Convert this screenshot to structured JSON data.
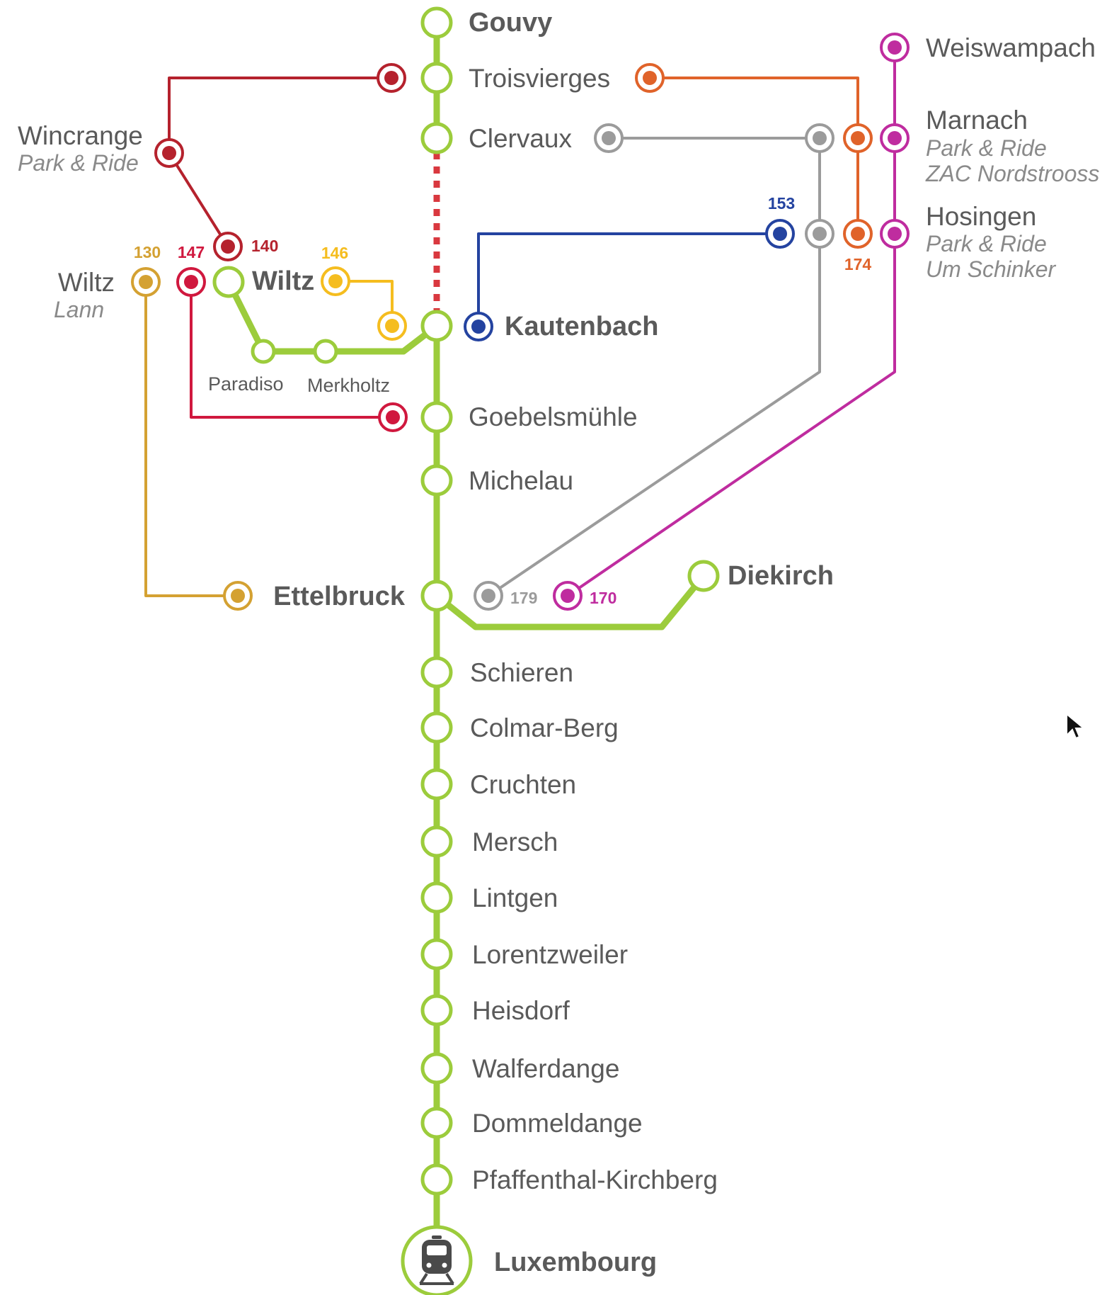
{
  "colors": {
    "rail": "#9ccc3c",
    "rail_disrupted": "#d9383f",
    "bus_130": "#d4a132",
    "bus_140": "#b5222d",
    "bus_146": "#f5bd1f",
    "bus_147": "#d0183e",
    "bus_153": "#2443a0",
    "bus_170": "#bf2c9f",
    "bus_174": "#e0632a",
    "bus_179": "#9b9b9b",
    "text": "#5a5a5a",
    "subtext": "#8a8a8a"
  },
  "rail_stations": {
    "gouvy": "Gouvy",
    "troisvierges": "Troisvierges",
    "clervaux": "Clervaux",
    "kautenbach": "Kautenbach",
    "goebelsmuhle": "Goebelsmühle",
    "michelau": "Michelau",
    "ettelbruck": "Ettelbruck",
    "schieren": "Schieren",
    "colmar_berg": "Colmar-Berg",
    "cruchten": "Cruchten",
    "mersch": "Mersch",
    "lintgen": "Lintgen",
    "lorentzweiler": "Lorentzweiler",
    "heisdorf": "Heisdorf",
    "walferdange": "Walferdange",
    "dommeldange": "Dommeldange",
    "pfaffenthal": "Pfaffenthal-Kirchberg",
    "luxembourg": "Luxembourg"
  },
  "branch_stations": {
    "wiltz": "Wiltz",
    "paradiso": "Paradiso",
    "merkholtz": "Merkholtz",
    "diekirch": "Diekirch"
  },
  "bus_places": {
    "wincrange": "Wincrange",
    "wincrange_sub": "Park & Ride",
    "wiltz_lann": "Wiltz",
    "wiltz_lann_sub": "Lann",
    "weiswampach": "Weiswampach",
    "marnach": "Marnach",
    "marnach_sub1": "Park & Ride",
    "marnach_sub2": "ZAC Nordstrooss",
    "hosingen": "Hosingen",
    "hosingen_sub1": "Park & Ride",
    "hosingen_sub2": "Um Schinker"
  },
  "bus_lines": {
    "l130": "130",
    "l140": "140",
    "l146": "146",
    "l147": "147",
    "l153": "153",
    "l170": "170",
    "l174": "174",
    "l179": "179"
  },
  "icons": {
    "terminus": "train-icon",
    "pointer": "mouse-cursor-icon"
  }
}
